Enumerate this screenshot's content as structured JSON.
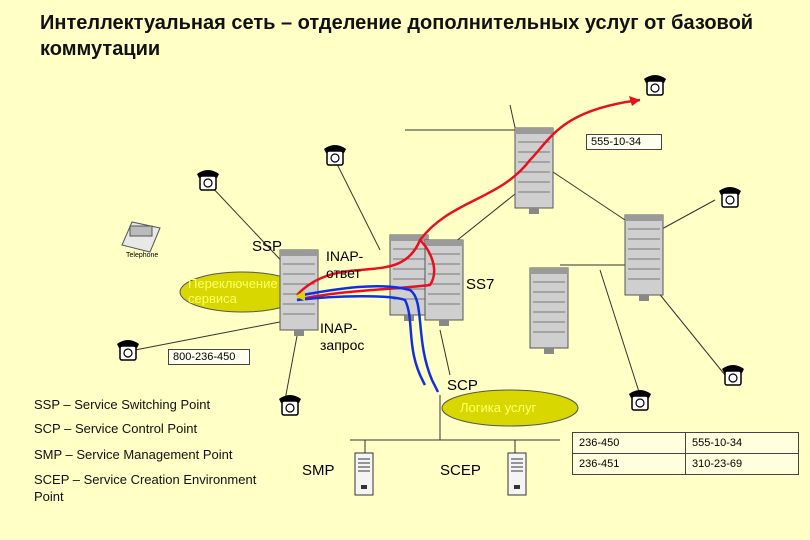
{
  "title": "Интеллектуальная сеть – отделение дополнительных услуг от базовой коммутации",
  "labels": {
    "ssp": "SSP",
    "ss7": "SS7",
    "scp": "SCP",
    "smp": "SMP",
    "scep": "SCEP",
    "inap_answer": "INAP-\nответ",
    "inap_request": "INAP-\nзапрос",
    "service_switching": "Переключение\nсервиса",
    "service_logic": "Логика услуг",
    "number_top": "555-10-34",
    "number_left": "800-236-450",
    "telephone_caption": "Telephone"
  },
  "legend": [
    "SSP – Service Switching Point",
    "SCP – Service Control Point",
    "SMP – Service Management Point",
    "SCEP – Service Creation Environment Point"
  ],
  "table": [
    [
      "236-450",
      "555-10-34"
    ],
    [
      "236-451",
      "310-23-69"
    ]
  ],
  "colors": {
    "background": "#ffffc6",
    "call_path": "#e8101e",
    "signal_path": "#1030e0",
    "ellipse_fill": "#d8d800"
  }
}
